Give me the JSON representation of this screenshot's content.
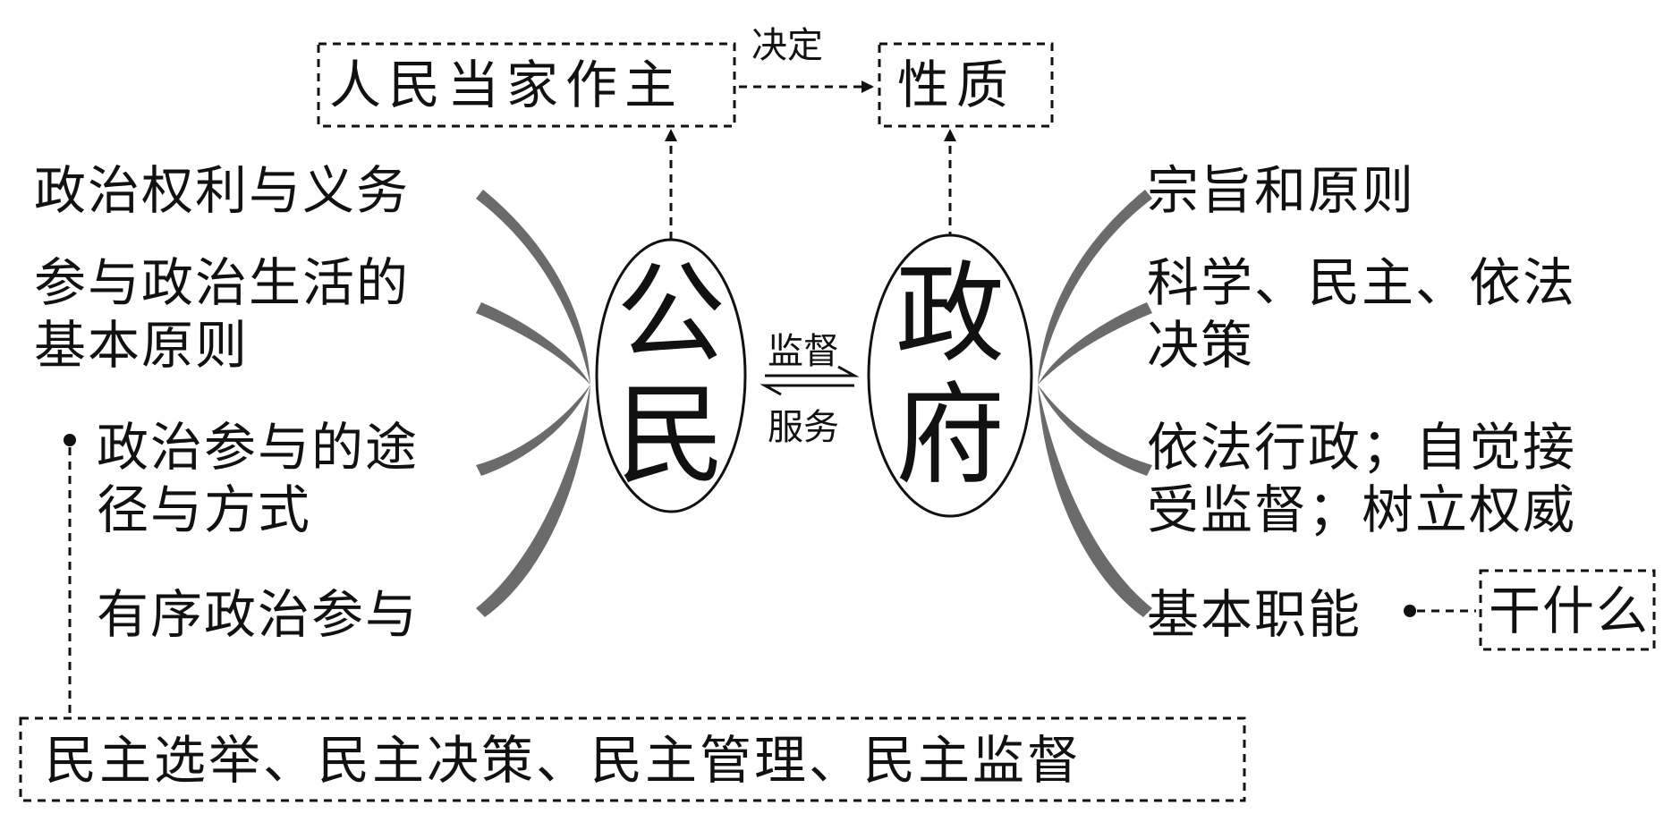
{
  "top": {
    "left_box": "人民当家作主",
    "right_box": "性质",
    "arrow_label": "决定"
  },
  "center": {
    "left_oval": [
      "公",
      "民"
    ],
    "right_oval": [
      "政",
      "府"
    ],
    "arrow_top_label": "监督",
    "arrow_bottom_label": "服务"
  },
  "left_branches": [
    [
      "政治权利与义务"
    ],
    [
      "参与政治生活的",
      "基本原则"
    ],
    [
      "政治参与的途",
      "径与方式"
    ],
    [
      "有序政治参与"
    ]
  ],
  "right_branches": [
    [
      "宗旨和原则"
    ],
    [
      "科学、民主、依法",
      "决策"
    ],
    [
      "依法行政；自觉接",
      "受监督；树立权威"
    ],
    [
      "基本职能"
    ]
  ],
  "right_side_box": "干什么",
  "bottom_box": "民主选举、民主决策、民主管理、民主监督",
  "colors": {
    "text": "#111111",
    "branch_fill": "#6b6b6b",
    "line": "#111111"
  }
}
